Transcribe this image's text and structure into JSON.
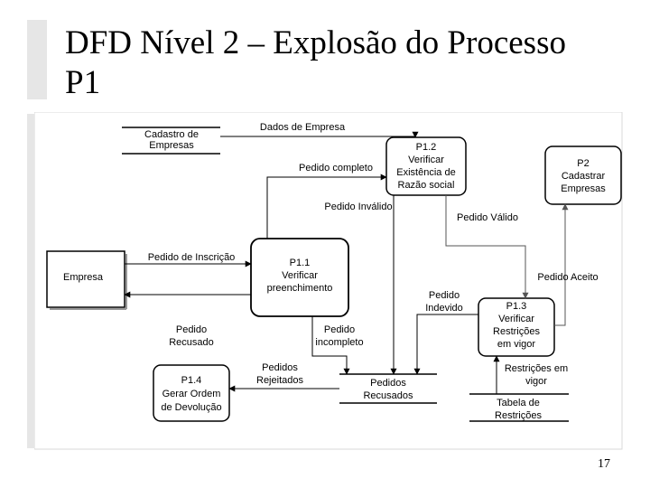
{
  "slide": {
    "title_line1": "DFD Nível 2 – Explosão do Processo",
    "title_line2": "P1",
    "page_number": "17"
  },
  "diagram": {
    "entity": {
      "label": "Empresa"
    },
    "processes": {
      "p11": {
        "id": "P1.1",
        "line1": "Verificar",
        "line2": "preenchimento"
      },
      "p12": {
        "id": "P1.2",
        "line1": "Verificar",
        "line2": "Existência de",
        "line3": "Razão social"
      },
      "p13": {
        "id": "P1.3",
        "line1": "Verificar",
        "line2": "Restrições",
        "line3": "em vigor"
      },
      "p14": {
        "id": "P1.4",
        "line1": "Gerar Ordem",
        "line2": "de Devolução"
      },
      "p2": {
        "id": "P2",
        "line1": "Cadastrar",
        "line2": "Empresas"
      }
    },
    "stores": {
      "cadastro": {
        "line1": "Cadastro de",
        "line2": "Empresas"
      },
      "pedidos_recusados": {
        "line1": "Pedidos",
        "line2": "Recusados"
      },
      "tabela_restricoes": {
        "line1": "Tabela de",
        "line2": "Restrições"
      }
    },
    "flows": {
      "dados_empresa": "Dados de Empresa",
      "pedido_completo": "Pedido completo",
      "pedido_invalido": "Pedido Inválido",
      "pedido_valido": "Pedido Válido",
      "pedido_inscricao": "Pedido de Inscrição",
      "pedido_aceito": "Pedido Aceito",
      "pedido_indevido_1": "Pedido",
      "pedido_indevido_2": "Indevido",
      "pedido_recusado_1": "Pedido",
      "pedido_recusado_2": "Recusado",
      "pedido_incompleto_1": "Pedido",
      "pedido_incompleto_2": "incompleto",
      "pedidos_rejeitados_1": "Pedidos",
      "pedidos_rejeitados_2": "Rejeitados",
      "restricoes_vigor_1": "Restrições em",
      "restricoes_vigor_2": "vigor"
    }
  }
}
